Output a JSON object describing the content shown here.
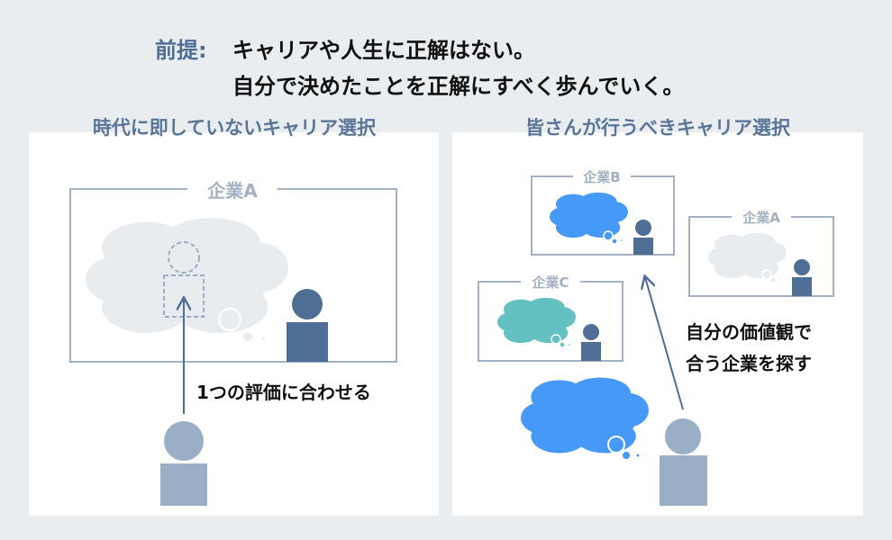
{
  "premise": {
    "label": "前提:",
    "line1": "キャリアや人生に正解はない。",
    "line2": "自分で決めたことを正解にすべく歩んでいく。"
  },
  "left_panel": {
    "title": "時代に即していないキャリア選択",
    "company": "企業A",
    "note": "1つの評価に合わせる"
  },
  "right_panel": {
    "title": "皆さんが行うべきキャリア選択",
    "companies": [
      "企業B",
      "企業A",
      "企業C"
    ],
    "note_line1": "自分の価値観で",
    "note_line2": "合う企業を探す"
  },
  "colors": {
    "background": "#e9edef",
    "accent": "#4e6e96",
    "person_light": "#9aaec6",
    "cloud_blue": "#4799f7",
    "cloud_teal": "#63c1c1",
    "cloud_grey": "#e9ecee",
    "box_border": "#a3b1c3"
  }
}
